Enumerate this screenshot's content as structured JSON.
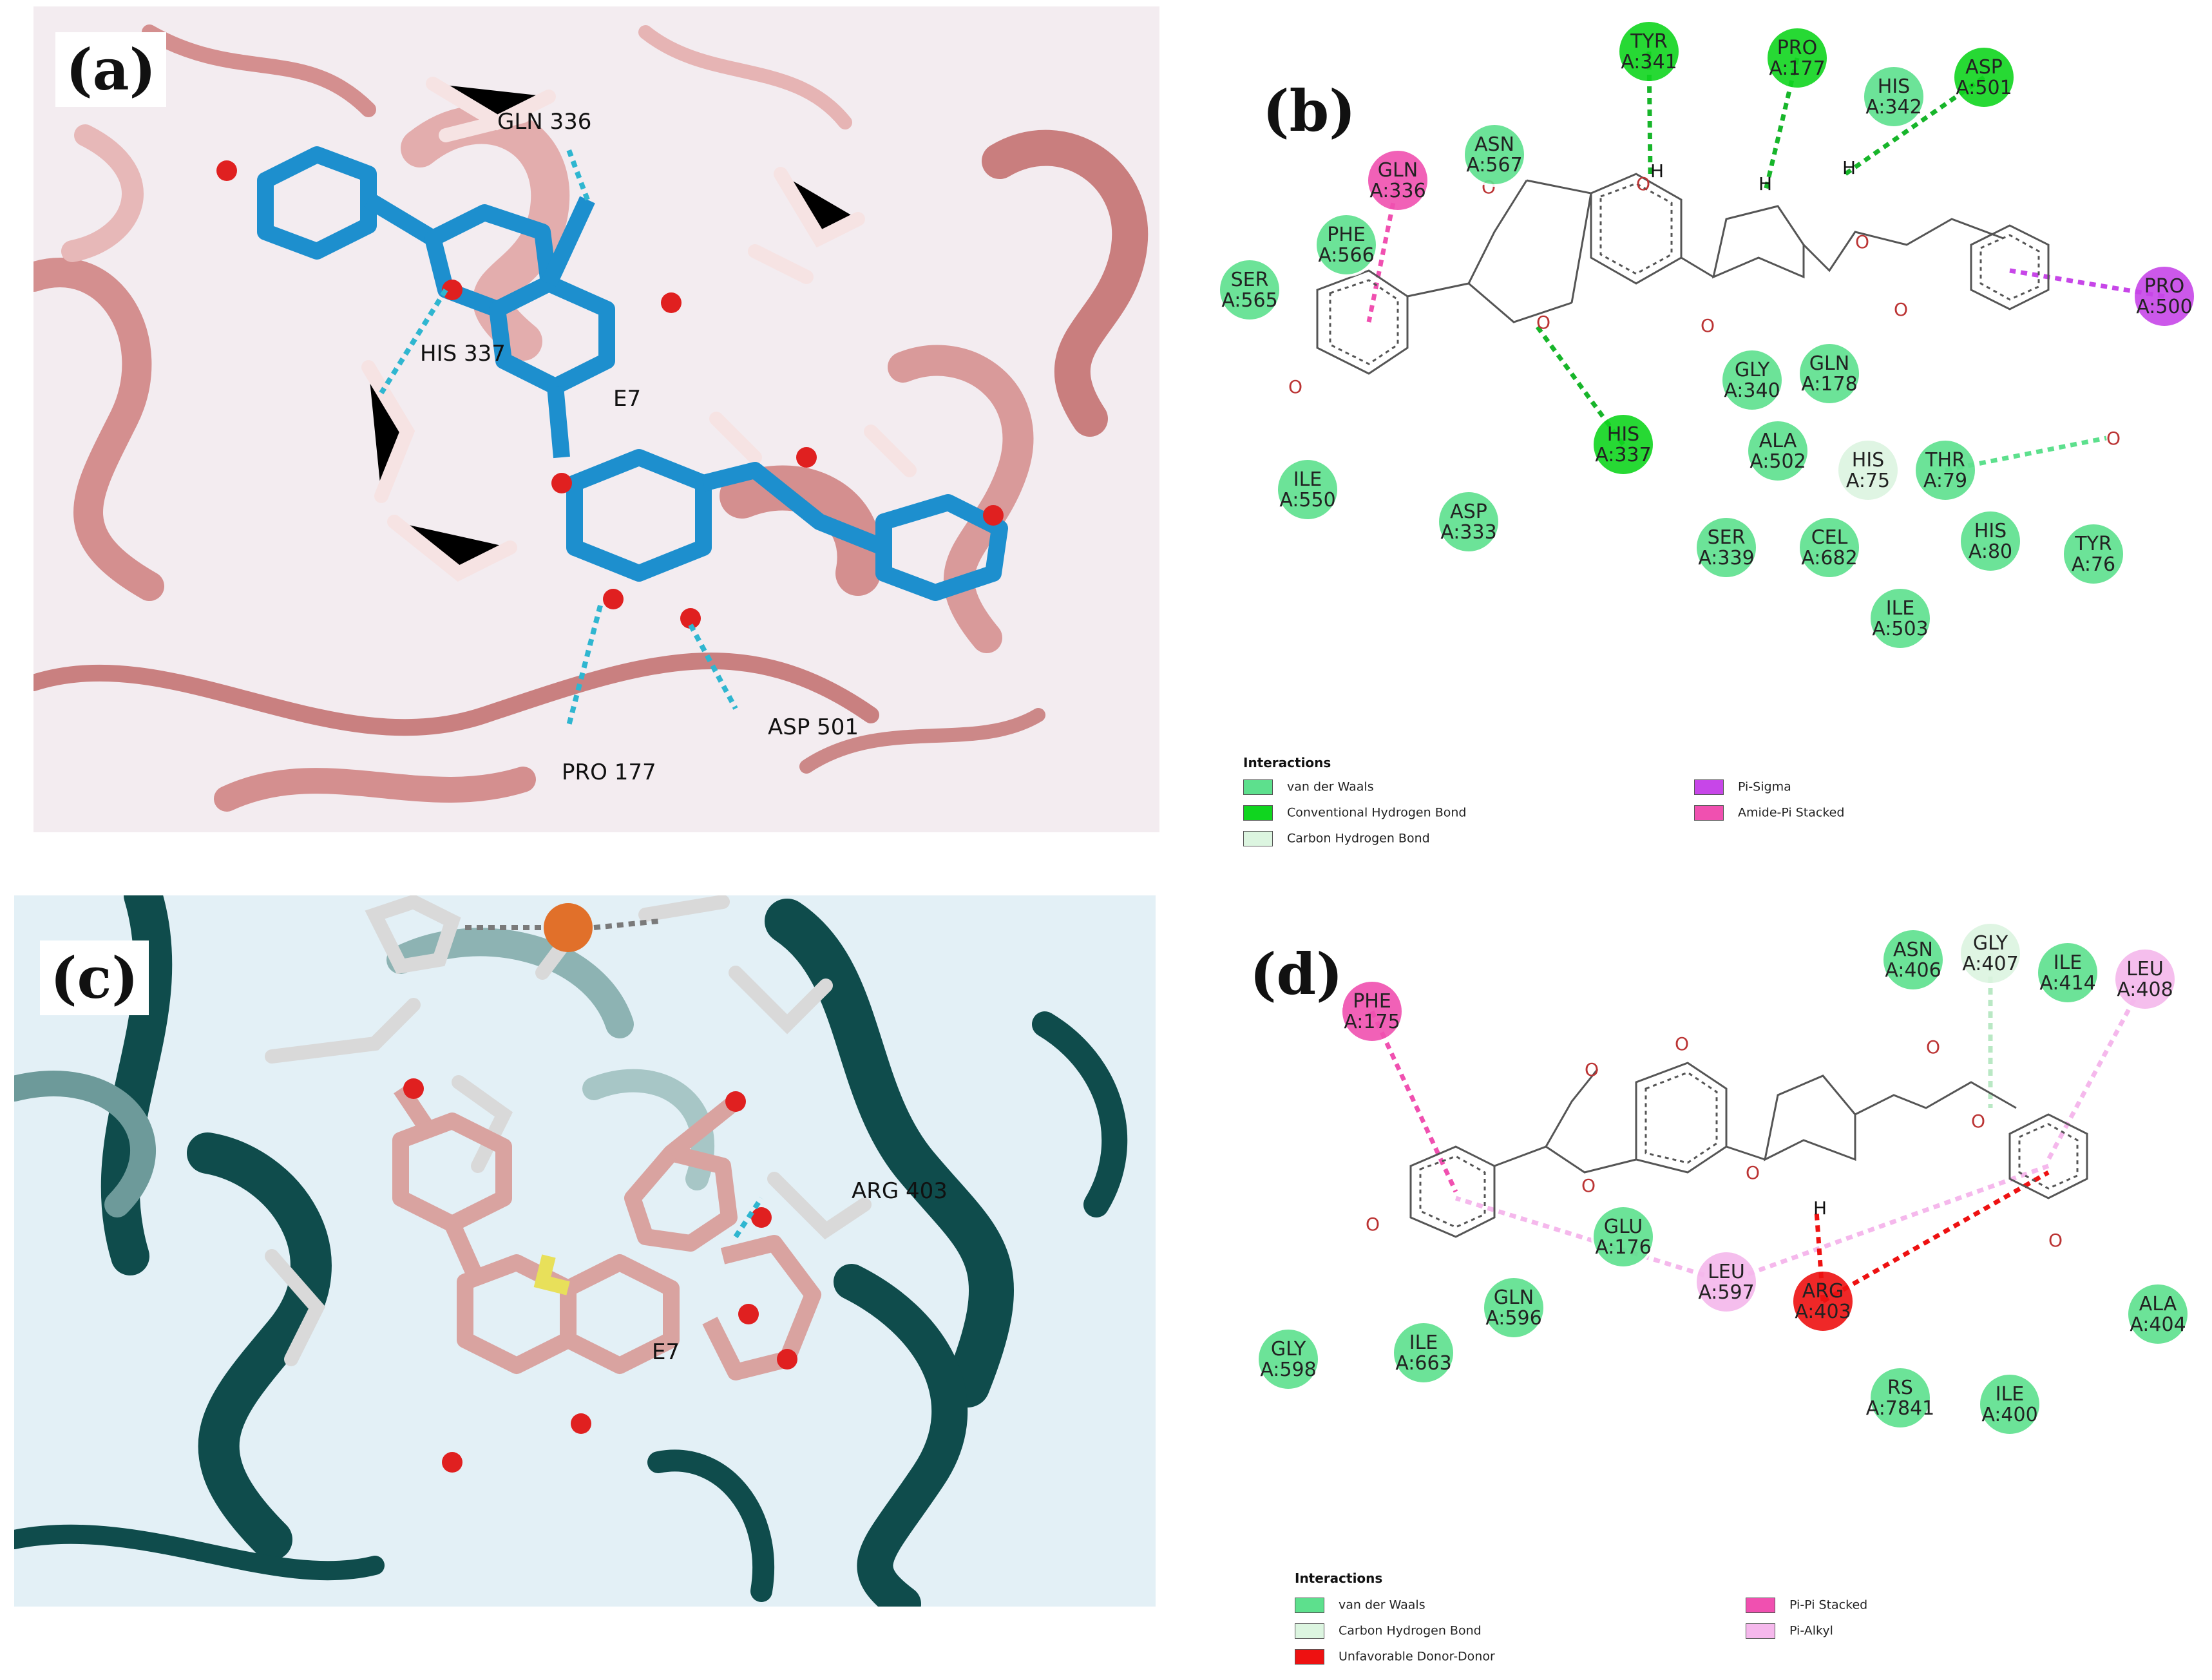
{
  "panels": {
    "a": {
      "label": "(a)",
      "residue_labels": [
        "GLN 336",
        "HIS 337",
        "E7",
        "ASP 501",
        "PRO 177"
      ],
      "colors": {
        "protein": "#d48f8f",
        "ligand": "#1d8fce",
        "hbond": "#2fb6d0",
        "background": "#f3ecf0"
      }
    },
    "b": {
      "label": "(b)",
      "residues": [
        {
          "name": "TYR\nA:341",
          "type": "Conventional Hydrogen Bond"
        },
        {
          "name": "PRO\nA:177",
          "type": "Conventional Hydrogen Bond"
        },
        {
          "name": "HIS\nA:342",
          "type": "van der Waals"
        },
        {
          "name": "ASP\nA:501",
          "type": "Conventional Hydrogen Bond"
        },
        {
          "name": "ASN\nA:567",
          "type": "van der Waals"
        },
        {
          "name": "GLN\nA:336",
          "type": "Amide-Pi Stacked"
        },
        {
          "name": "PHE\nA:566",
          "type": "van der Waals"
        },
        {
          "name": "SER\nA:565",
          "type": "van der Waals"
        },
        {
          "name": "PRO\nA:500",
          "type": "Pi-Sigma"
        },
        {
          "name": "GLY\nA:340",
          "type": "van der Waals"
        },
        {
          "name": "GLN\nA:178",
          "type": "van der Waals"
        },
        {
          "name": "HIS\nA:337",
          "type": "Conventional Hydrogen Bond"
        },
        {
          "name": "ALA\nA:502",
          "type": "van der Waals"
        },
        {
          "name": "HIS\nA:75",
          "type": "Carbon Hydrogen Bond"
        },
        {
          "name": "THR\nA:79",
          "type": "van der Waals"
        },
        {
          "name": "ILE\nA:550",
          "type": "van der Waals"
        },
        {
          "name": "ASP\nA:333",
          "type": "van der Waals"
        },
        {
          "name": "SER\nA:339",
          "type": "van der Waals"
        },
        {
          "name": "CEL\nA:682",
          "type": "van der Waals"
        },
        {
          "name": "HIS\nA:80",
          "type": "van der Waals"
        },
        {
          "name": "TYR\nA:76",
          "type": "van der Waals"
        },
        {
          "name": "ILE\nA:503",
          "type": "van der Waals"
        }
      ],
      "legend": {
        "title": "Interactions",
        "items": [
          {
            "label": "van der Waals",
            "color": "#5de08d"
          },
          {
            "label": "Conventional Hydrogen Bond",
            "color": "#10d51f"
          },
          {
            "label": "Carbon Hydrogen Bond",
            "color": "#dcf5e0"
          },
          {
            "label": "Pi-Sigma",
            "color": "#c746e8"
          },
          {
            "label": "Amide-Pi Stacked",
            "color": "#f050b0"
          }
        ]
      }
    },
    "c": {
      "label": "(c)",
      "residue_labels": [
        "ARG 403",
        "E7"
      ],
      "colors": {
        "protein": "#0f4c4c",
        "ligand": "#d9a3a0",
        "hbond": "#2fb6d0",
        "background": "#e3f0f6"
      }
    },
    "d": {
      "label": "(d)",
      "residues": [
        {
          "name": "ASN\nA:406",
          "type": "van der Waals"
        },
        {
          "name": "GLY\nA:407",
          "type": "Carbon Hydrogen Bond"
        },
        {
          "name": "ILE\nA:414",
          "type": "van der Waals"
        },
        {
          "name": "LEU\nA:408",
          "type": "Pi-Alkyl"
        },
        {
          "name": "PHE\nA:175",
          "type": "Pi-Pi Stacked"
        },
        {
          "name": "GLU\nA:176",
          "type": "van der Waals"
        },
        {
          "name": "LEU\nA:597",
          "type": "Pi-Alkyl"
        },
        {
          "name": "ARG\nA:403",
          "type": "Unfavorable Donor-Donor"
        },
        {
          "name": "GLN\nA:596",
          "type": "van der Waals"
        },
        {
          "name": "GLY\nA:598",
          "type": "van der Waals"
        },
        {
          "name": "ILE\nA:663",
          "type": "van der Waals"
        },
        {
          "name": "ALA\nA:404",
          "type": "van der Waals"
        },
        {
          "name": "RS\nA:7841",
          "type": "van der Waals"
        },
        {
          "name": "ILE\nA:400",
          "type": "van der Waals"
        }
      ],
      "legend": {
        "title": "Interactions",
        "items": [
          {
            "label": "van der Waals",
            "color": "#5de08d"
          },
          {
            "label": "Carbon Hydrogen Bond",
            "color": "#dcf5e0"
          },
          {
            "label": "Unfavorable Donor-Donor",
            "color": "#ee1111"
          },
          {
            "label": "Pi-Pi Stacked",
            "color": "#f050b0"
          },
          {
            "label": "Pi-Alkyl",
            "color": "#f5b8ec"
          }
        ]
      }
    }
  },
  "structure_atoms": {
    "ketone_o": "O",
    "ring_o": "O",
    "hydroxyl_h": "H"
  }
}
